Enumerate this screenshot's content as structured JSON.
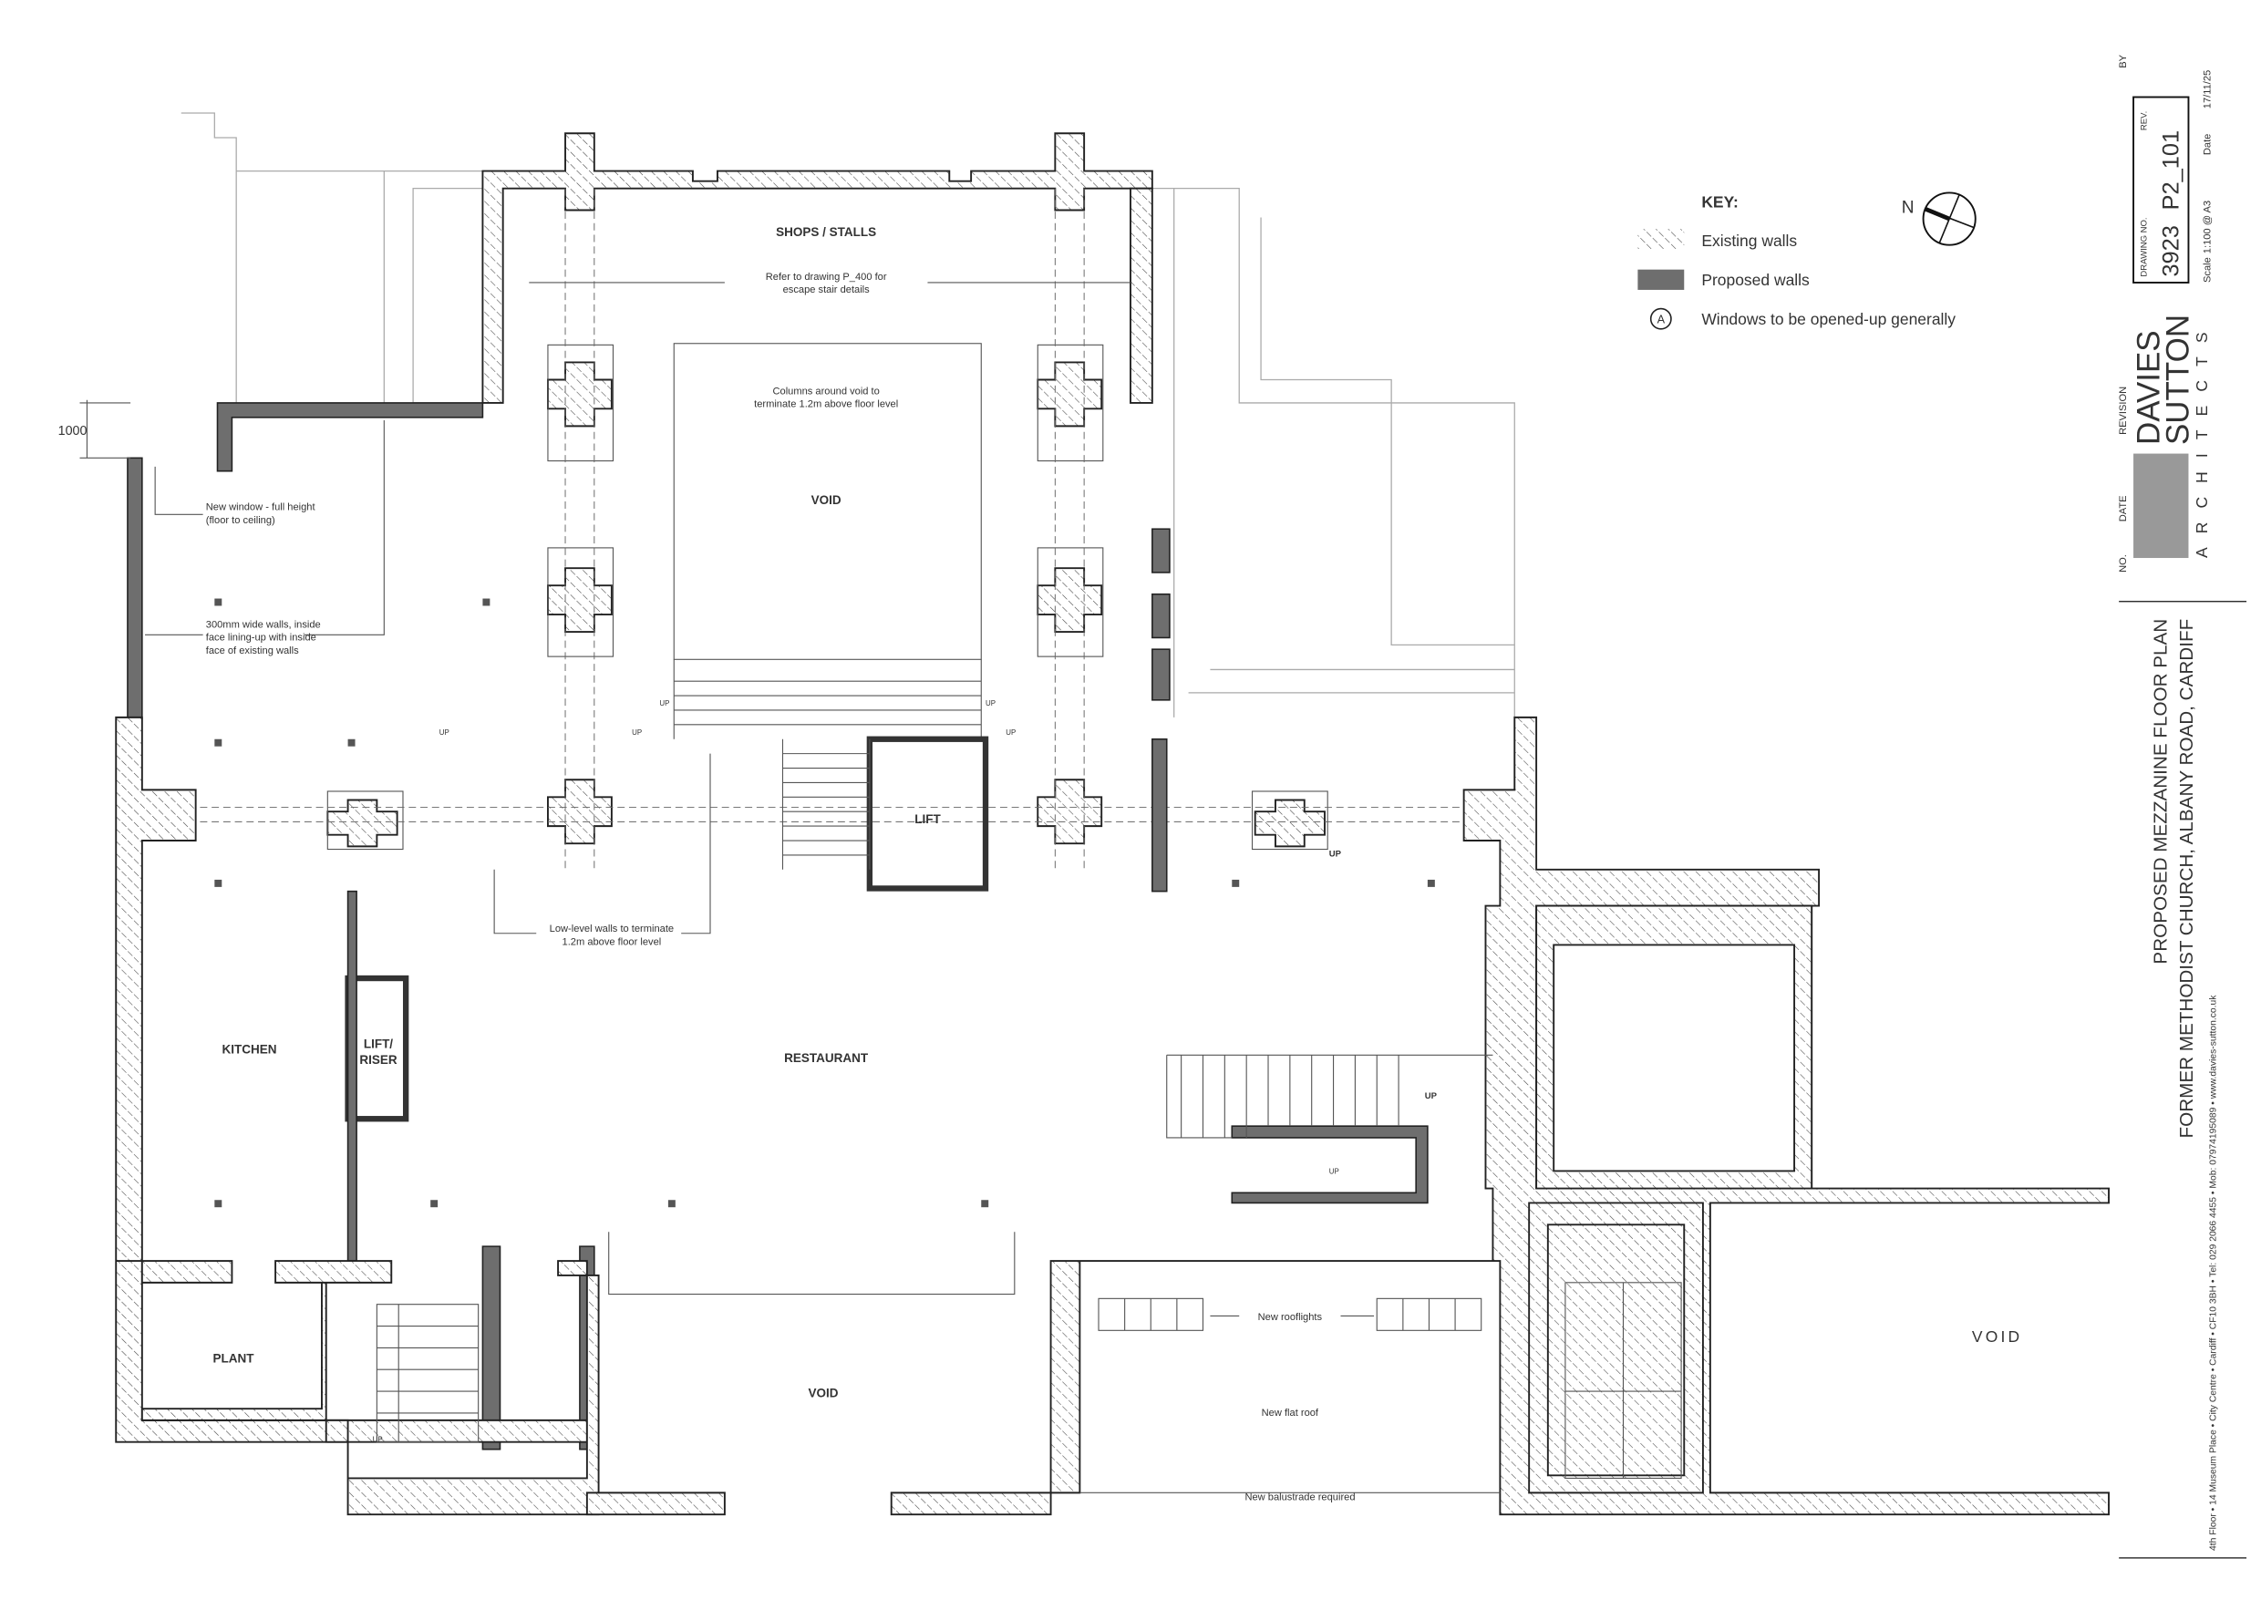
{
  "drawing": {
    "rooms": {
      "shops": "SHOPS / STALLS",
      "void_top": "VOID",
      "lift": "LIFT",
      "kitchen": "KITCHEN",
      "lift_riser_1": "LIFT/",
      "lift_riser_2": "RISER",
      "restaurant": "RESTAURANT",
      "plant": "PLANT",
      "void_bottom": "VOID",
      "void_right": "VOID"
    },
    "notes": {
      "escape_1": "Refer to drawing P_400 for",
      "escape_2": "escape stair details",
      "columns_1": "Columns around void to",
      "columns_2": "terminate 1.2m above floor level",
      "window_1": "New window - full height",
      "window_2": "(floor to ceiling)",
      "walls_1": "300mm wide walls, inside",
      "walls_2": "face lining-up with inside",
      "walls_3": "face of existing walls",
      "lowlevel_1": "Low-level walls to terminate",
      "lowlevel_2": "1.2m above floor level",
      "rooflights": "New rooflights",
      "flat_roof": "New flat roof",
      "balustrade": "New balustrade required",
      "dimension": "1000",
      "up": "UP"
    },
    "key": {
      "title": "KEY:",
      "existing": "Existing walls",
      "proposed": "Proposed walls",
      "windows_symbol": "A",
      "windows": "Windows to be opened-up generally",
      "north": "N"
    },
    "colors": {
      "proposed_wall": "#6e6e6e",
      "line": "#222222"
    }
  },
  "title_block": {
    "no_label": "NO.",
    "date_label": "DATE",
    "revision_label": "REVISION",
    "by_label": "BY",
    "firm_line1": "DAVIES",
    "firm_line2": "SUTTON",
    "firm_line3": "ARCHITECTS",
    "drawing_no_label": "DRAWING NO.",
    "job_no": "3923",
    "drawing_no": "P2_101",
    "rev_label": "REV.",
    "scale_label": "Scale",
    "scale": "1:100 @ A3",
    "date_label2": "Date",
    "date": "17/11/25",
    "title_1": "PROPOSED MEZZANINE FLOOR PLAN",
    "title_2": "FORMER METHODIST CHURCH, ALBANY ROAD, CARDIFF",
    "address": "4th Floor • 14 Museum Place • City Centre • Cardiff • CF10 3BH • Tel: 029 2066 4455 • Mob: 07974195089 • www.davies-sutton.co.uk"
  }
}
